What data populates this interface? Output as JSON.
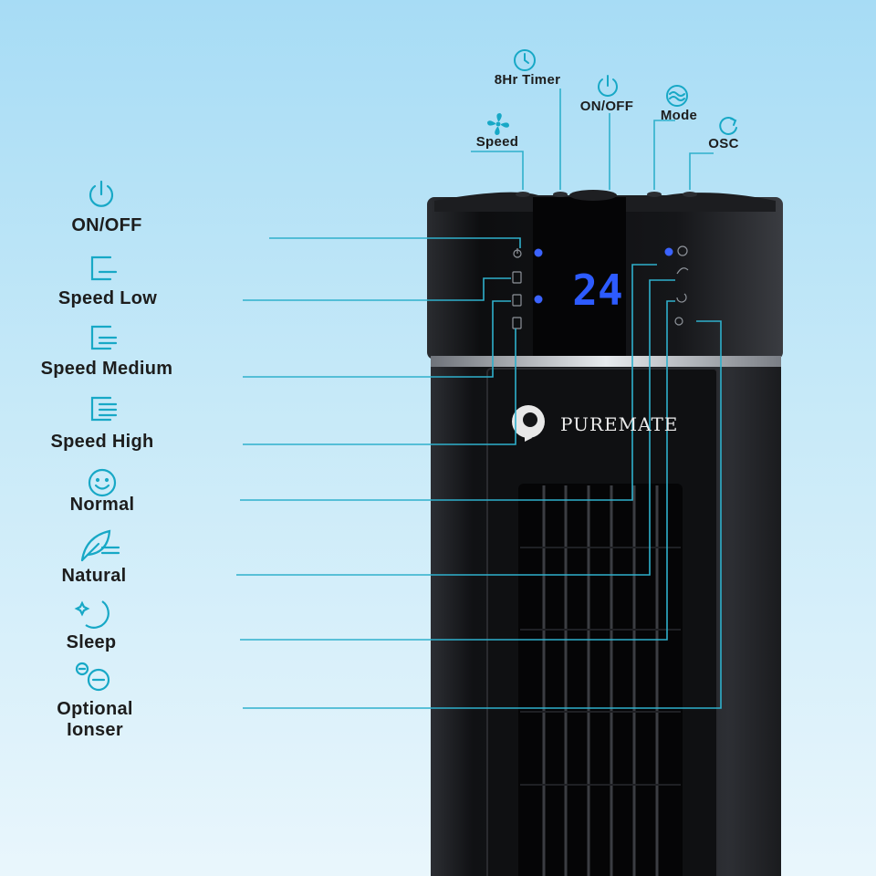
{
  "brand": {
    "name": "PUREMATE"
  },
  "display": {
    "readout": "24"
  },
  "colors": {
    "accent": "#17a8c6",
    "led": "#2d5bff",
    "body": "#141517"
  },
  "left_labels": [
    {
      "id": "on-off",
      "label": "ON/OFF",
      "icon": "power-icon"
    },
    {
      "id": "speed-low",
      "label": "Speed Low",
      "icon": "speed-low-icon"
    },
    {
      "id": "speed-medium",
      "label": "Speed Medium",
      "icon": "speed-medium-icon"
    },
    {
      "id": "speed-high",
      "label": "Speed High",
      "icon": "speed-high-icon"
    },
    {
      "id": "normal",
      "label": "Normal",
      "icon": "smiley-icon"
    },
    {
      "id": "natural",
      "label": "Natural",
      "icon": "leaf-icon"
    },
    {
      "id": "sleep",
      "label": "Sleep",
      "icon": "moon-icon"
    },
    {
      "id": "ionser",
      "label": "Optional\nIonser",
      "icon": "ionizer-icon"
    }
  ],
  "top_labels": [
    {
      "id": "timer",
      "label": "8Hr Timer",
      "icon": "clock-icon"
    },
    {
      "id": "top-on-off",
      "label": "ON/OFF",
      "icon": "power-icon"
    },
    {
      "id": "mode",
      "label": "Mode",
      "icon": "wave-icon"
    },
    {
      "id": "speed",
      "label": "Speed",
      "icon": "fan-icon"
    },
    {
      "id": "osc",
      "label": "OSC",
      "icon": "oscillation-icon"
    }
  ]
}
